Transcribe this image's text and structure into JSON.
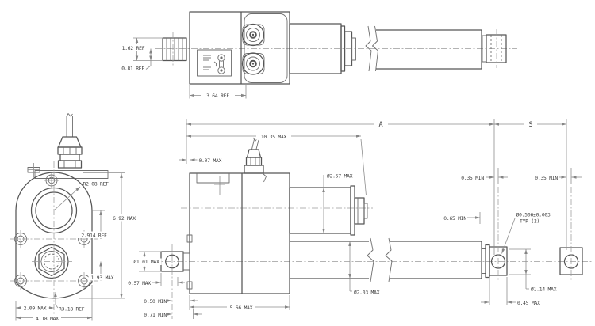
{
  "drawing": {
    "type": "engineering-dimension-drawing",
    "subject": "linear actuator, three orthographic views"
  },
  "labels": {
    "top_view": {
      "boss_od": "1.62 REF",
      "boss_half": "0.81 REF",
      "body_len": "3.64 REF"
    },
    "front_view": {
      "top_radius": "R2.08 REF",
      "overall_height": "6.92 MAX",
      "bolt_offset": "2.914 REF",
      "nut_offset": "1.93 MAX",
      "half_width": "2.09 MAX",
      "bottom_radius": "R3.18 REF",
      "overall_width": "4.18 MAX"
    },
    "side_view": {
      "dim_a": "A",
      "dim_s": "S",
      "overall_len": "10.35 MAX",
      "tab_thk": "0.07 MAX",
      "motor_dia": "Ø2.57 MAX",
      "retract_margin": "0.35 MIN",
      "extend_margin": "0.35 MIN",
      "rod_margin": "0.65 MIN",
      "pin_hole_dia": "Ø0.506±0.003",
      "pin_hole_typ": "TYP (2)",
      "eye_dia": "Ø1.01 MAX",
      "eye_offset": "0.57 MAX",
      "clearance_retract": "0.50 MIN",
      "clearance_face": "0.71 MIN",
      "body_len": "5.66 MAX",
      "tube_dia": "Ø2.03 MAX",
      "rod_eye_dia": "Ø1.14 MAX",
      "rod_eye_w": "0.45 MAX"
    }
  }
}
